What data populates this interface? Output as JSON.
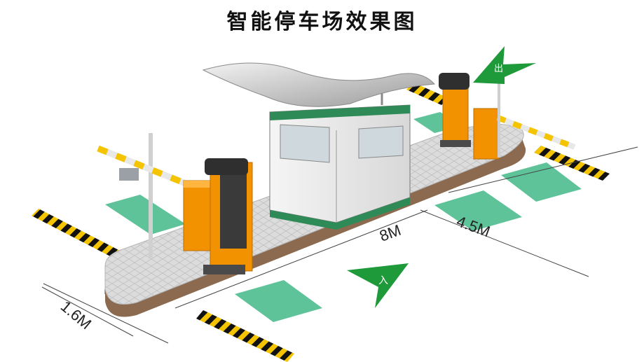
{
  "title": "智能停车场效果图",
  "dimensions": {
    "booth_length": "8M",
    "gate_spacing": "4.5M",
    "island_width": "1.6M"
  },
  "signs": {
    "exit": "出",
    "entrance": "入"
  },
  "colors": {
    "island_surface": "#d9d9d9",
    "curb": "#8b6a4f",
    "gate_orange": "#f29200",
    "marking_green": "#5fc39a",
    "arrow_green": "#1f9a3a",
    "warning_yellow": "#f4c400",
    "warning_black": "#111111"
  }
}
